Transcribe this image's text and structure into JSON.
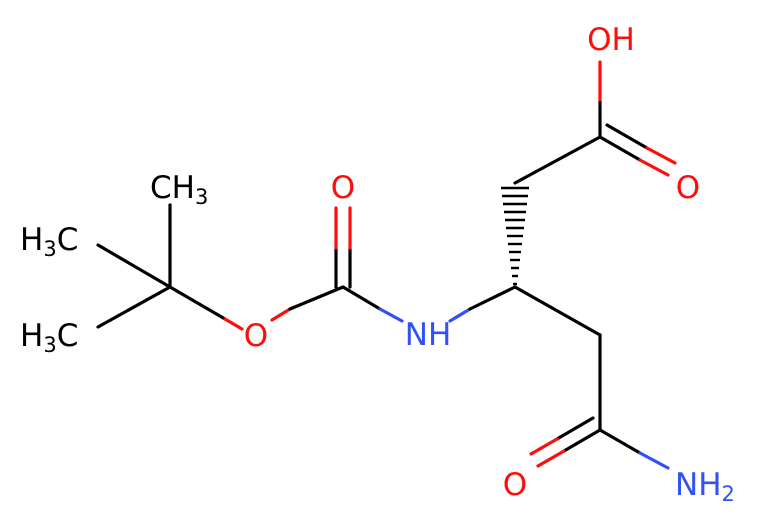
{
  "molecule": {
    "atom_labels": {
      "oh_acid": "OH",
      "o_acid_carbonyl": "O",
      "o_carbamate_carbonyl": "O",
      "o_carbamate_ester": "O",
      "nh": "NH",
      "o_amide": "O",
      "nh2_main": "NH",
      "nh2_sub": "2",
      "ch3_top_main": "CH",
      "ch3_top_sub": "3",
      "ch3_left1_main": "H",
      "ch3_left1_sub": "3",
      "ch3_left1_c": "C",
      "ch3_left2_main": "H",
      "ch3_left2_sub": "3",
      "ch3_left2_c": "C"
    },
    "colors": {
      "carbon": "#000000",
      "oxygen": "#ff0d0d",
      "nitrogen": "#3050f8"
    }
  }
}
